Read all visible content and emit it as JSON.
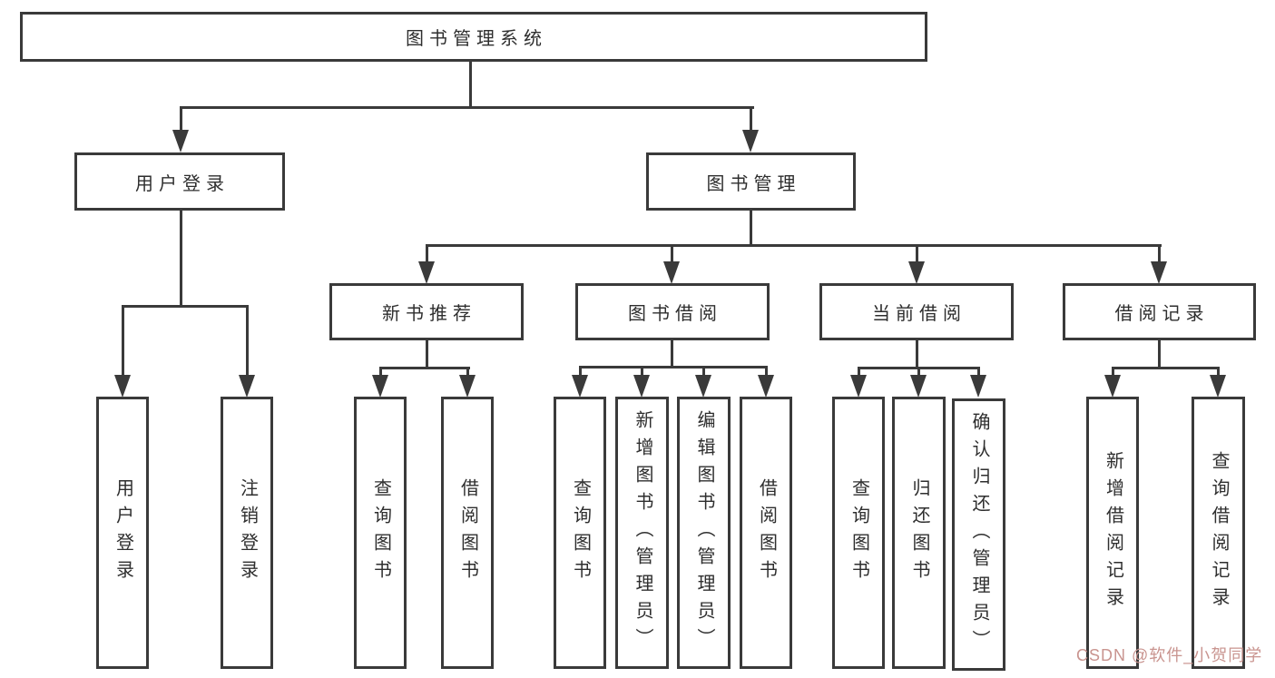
{
  "tree": {
    "root": {
      "label": "图书管理系统"
    },
    "children": [
      {
        "label": "用户登录",
        "children": [
          {
            "label": "用户登录"
          },
          {
            "label": "注销登录"
          }
        ]
      },
      {
        "label": "图书管理",
        "children": [
          {
            "label": "新书推荐",
            "children": [
              {
                "label": "查询图书"
              },
              {
                "label": "借阅图书"
              }
            ]
          },
          {
            "label": "图书借阅",
            "children": [
              {
                "label": "查询图书"
              },
              {
                "label": "新增图书（管理员）"
              },
              {
                "label": "编辑图书（管理员）"
              },
              {
                "label": "借阅图书"
              }
            ]
          },
          {
            "label": "当前借阅",
            "children": [
              {
                "label": "查询图书"
              },
              {
                "label": "归还图书"
              },
              {
                "label": "确认归还（管理员）"
              }
            ]
          },
          {
            "label": "借阅记录",
            "children": [
              {
                "label": "新增借阅记录"
              },
              {
                "label": "查询借阅记录"
              }
            ]
          }
        ]
      }
    ]
  },
  "watermark": {
    "text": "CSDN @软件_小贺同学",
    "color": "#c9948f"
  },
  "colors": {
    "line": "#3a3a3a",
    "box_border": "#3a3a3a",
    "text": "#2e2e2e",
    "background": "#ffffff"
  }
}
